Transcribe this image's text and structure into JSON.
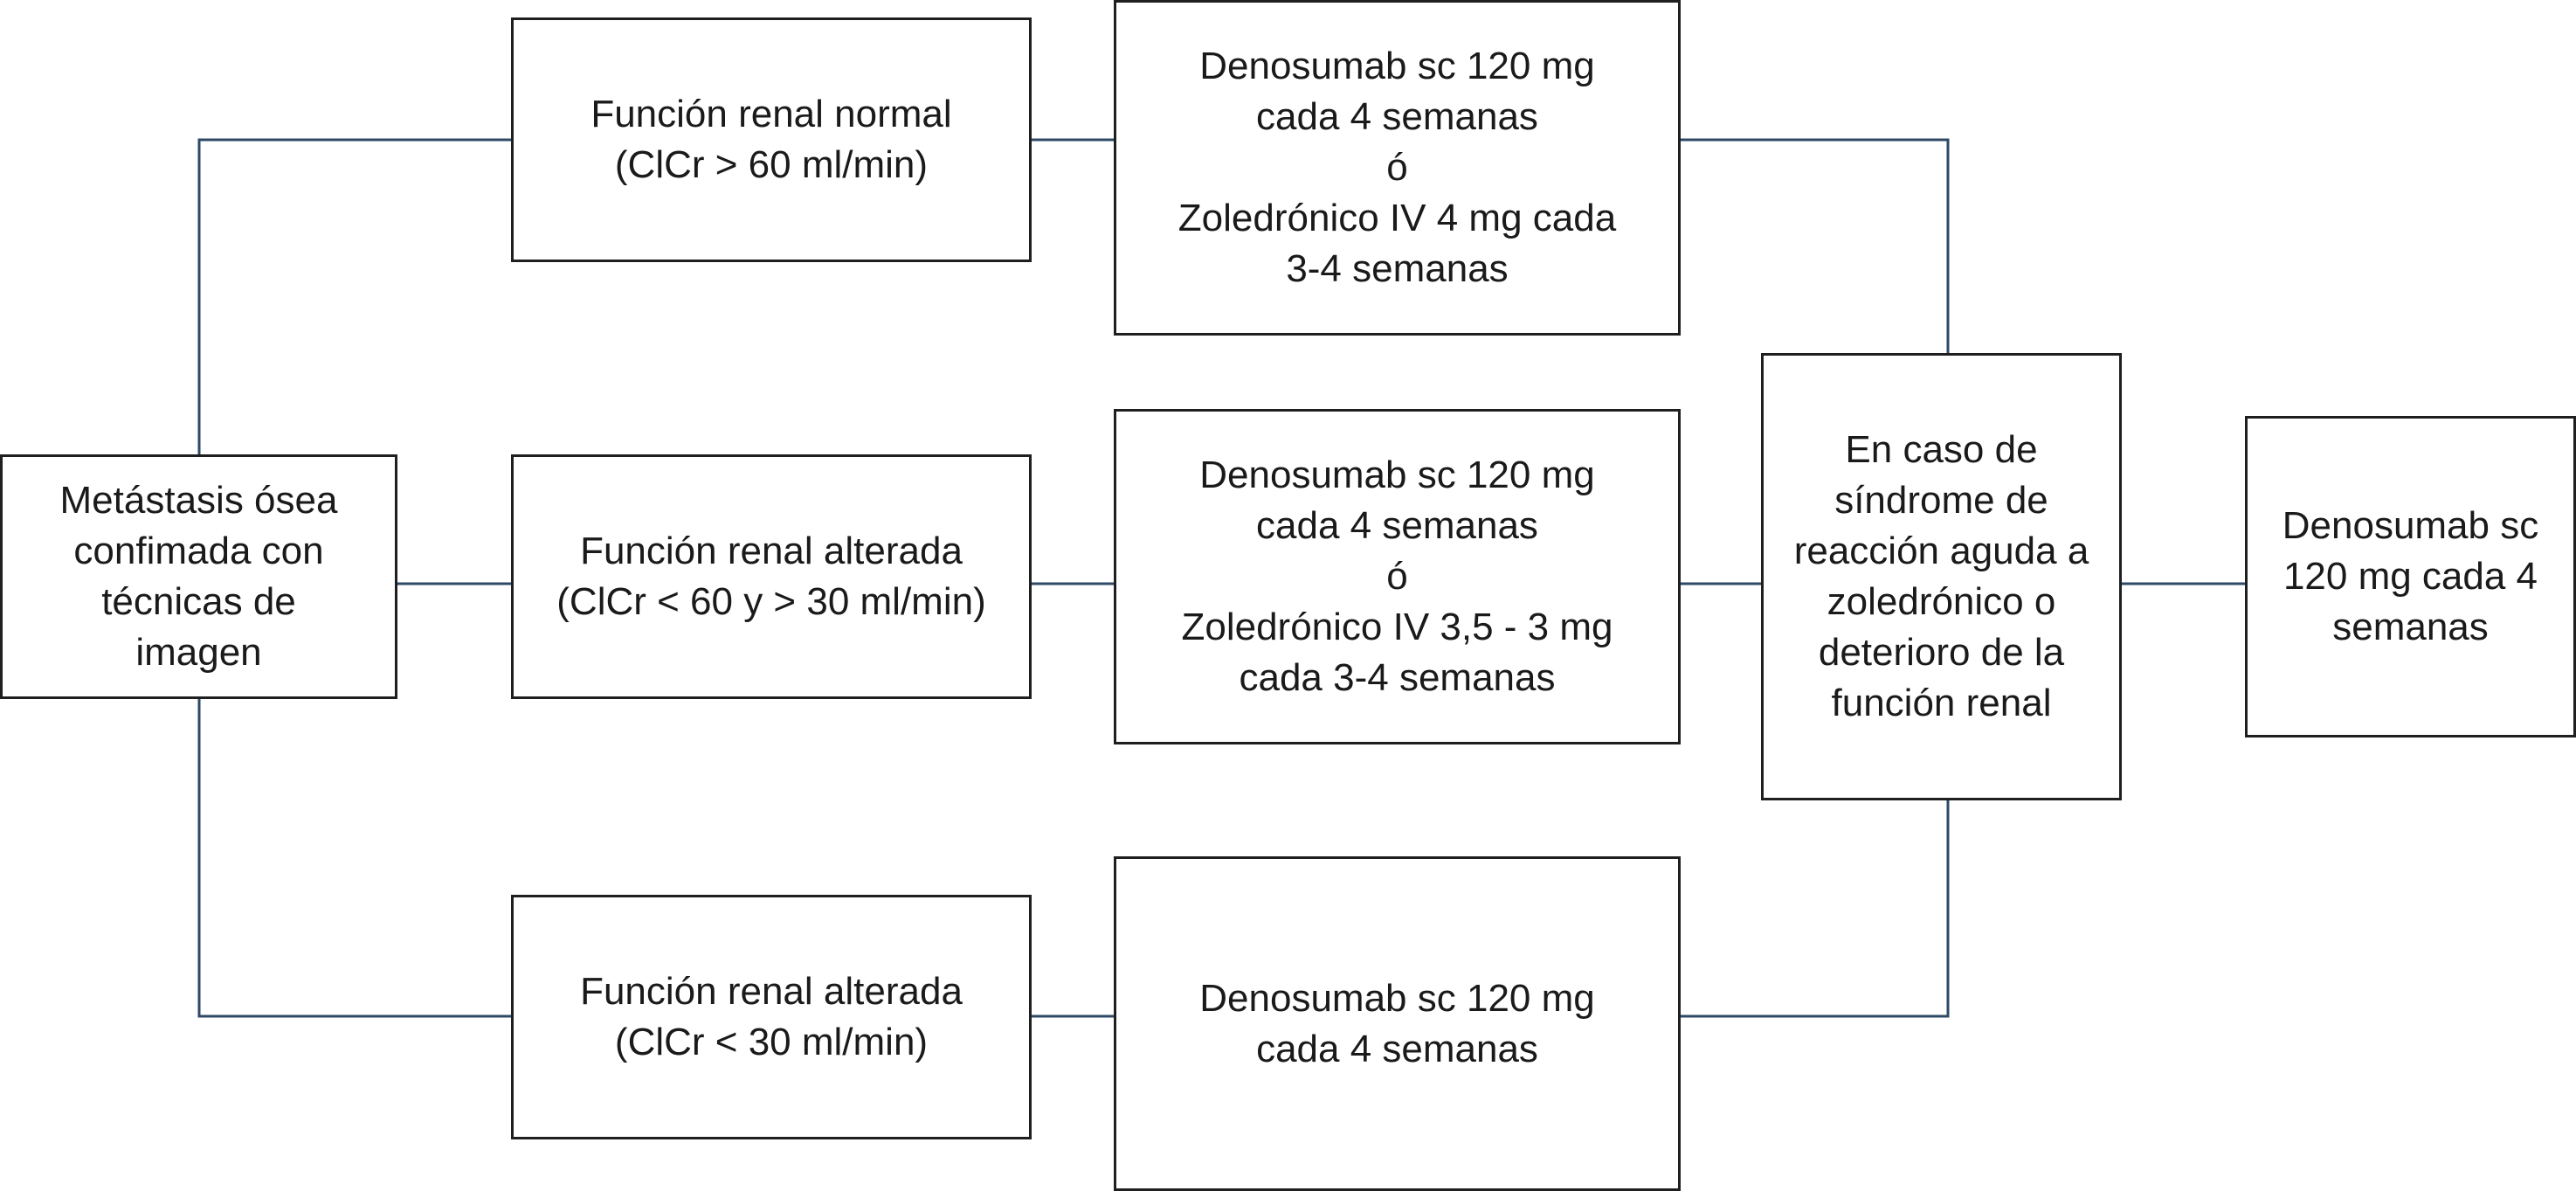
{
  "colors": {
    "connector": "#2e4a66",
    "box_border": "#1f1f1f",
    "text": "#1a1a1a"
  },
  "nodes": {
    "start": {
      "lines": [
        "Metástasis ósea",
        "confimada con",
        "técnicas de",
        "imagen"
      ]
    },
    "renal_normal": {
      "lines": [
        "Función renal normal",
        "(ClCr > 60 ml/min)"
      ]
    },
    "renal_altered_mid": {
      "lines": [
        "Función renal alterada",
        "(ClCr < 60 y > 30 ml/min)"
      ]
    },
    "renal_altered_low": {
      "lines": [
        "Función renal alterada",
        "(ClCr < 30 ml/min)"
      ]
    },
    "treatment_normal": {
      "lines": [
        "Denosumab sc 120 mg",
        "cada 4 semanas",
        "ó",
        "Zoledrónico IV 4 mg cada",
        "3-4 semanas"
      ]
    },
    "treatment_mid": {
      "lines": [
        "Denosumab sc 120 mg",
        "cada 4 semanas",
        "ó",
        "Zoledrónico IV 3,5 - 3 mg",
        "cada 3-4 semanas"
      ]
    },
    "treatment_low": {
      "lines": [
        "Denosumab sc 120 mg",
        "cada 4 semanas"
      ]
    },
    "condition": {
      "lines": [
        "En caso de",
        "síndrome de",
        "reacción aguda a",
        "zoledrónico o",
        "deterioro de la",
        "función renal"
      ]
    },
    "final": {
      "lines": [
        "Denosumab sc",
        "120 mg cada 4",
        "semanas"
      ]
    }
  }
}
